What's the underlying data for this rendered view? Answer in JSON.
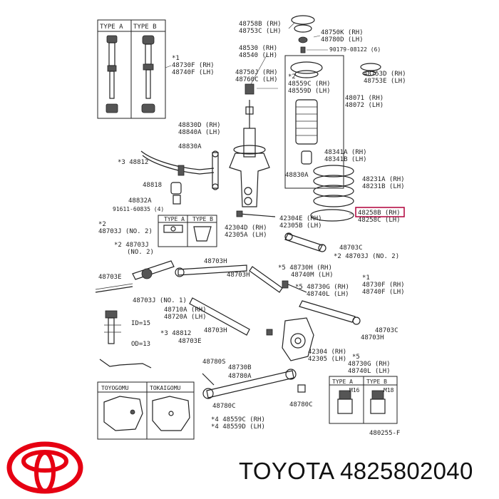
{
  "brand": {
    "name": "TOYOTA",
    "part_number": "4825802040",
    "accent": "#e60012"
  },
  "callouts": {
    "c1": "TYPE  A",
    "c2": "TYPE  B",
    "c3": "*1",
    "c4": "48730F (RH)",
    "c5": "48740F (LH)",
    "c6": "48758B (RH)",
    "c7": "48753C (LH)",
    "c8": "48750K (RH)",
    "c9": "48780D (LH)",
    "c10": "90179-08122 (6)",
    "c11": "48530 (RH)",
    "c12": "48540 (LH)",
    "c13": "48750J (RH)",
    "c14": "48760C (LH)",
    "c15": "*2",
    "c16": "48559C (RH)",
    "c17": "48559D (LH)",
    "c18": "48753D (RH)",
    "c19": "48753E (LH)",
    "c20": "48071 (RH)",
    "c21": "48072 (LH)",
    "c22": "48830D (RH)",
    "c23": "48840A (LH)",
    "c24": "48830A",
    "c25": "*3 48812",
    "c26": "48341A (RH)",
    "c27": "48341B (LH)",
    "c28": "48818",
    "c29": "48830A",
    "c30": "48231A (RH)",
    "c31": "48231B (LH)",
    "c32": "48832A",
    "c33": "91611-60835 (4)",
    "c34": "48258B (RH)",
    "c35": "48258C (LH)",
    "c36": "TYPE A",
    "c37": "TYPE B",
    "c38": "*2",
    "c39": "48703J (NO. 2)",
    "c40": "42304E (RH)",
    "c41": "42305B (LH)",
    "c42": "42304D (RH)",
    "c43": "42305A (LH)",
    "c44": "*2 48703J",
    "c45": "(NO. 2)",
    "c46": "48703C",
    "c47": "*2 48703J (NO. 2)",
    "c48": "48703H",
    "c49": "*5 48730H (RH)",
    "c50": "48740M (LH)",
    "c51": "48703H",
    "c52": "48703E",
    "c53": "*1",
    "c54": "*5 48730G (RH)",
    "c55": "48740L (LH)",
    "c56": "48730F (RH)",
    "c57": "48740F (LH)",
    "c58": "48703J (NO. 1)",
    "c59": "48710A (RH)",
    "c60": "48720A (LH)",
    "c61": "ID=15",
    "c62": "*3 48812",
    "c63": "48703H",
    "c64": "48703E",
    "c65": "OD=13",
    "c66": "48703C",
    "c67": "48703H",
    "c68": "42304 (RH)",
    "c69": "42305 (LH)",
    "c70": "48780S",
    "c71": "*5",
    "c72": "48730G (RH)",
    "c73": "48740L (LH)",
    "c74": "48730B",
    "c75": "48780A",
    "c76": "TOYOGOMU",
    "c77": "TOKAIGOMU",
    "c78": "TYPE A",
    "c79": "TYPE B",
    "c80": "M16",
    "c81": "M18",
    "c82": "48780C",
    "c83": "48780C",
    "c84": "*4 48559C (RH)",
    "c85": "*4 48559D (LH)",
    "c86": "480255-F"
  }
}
